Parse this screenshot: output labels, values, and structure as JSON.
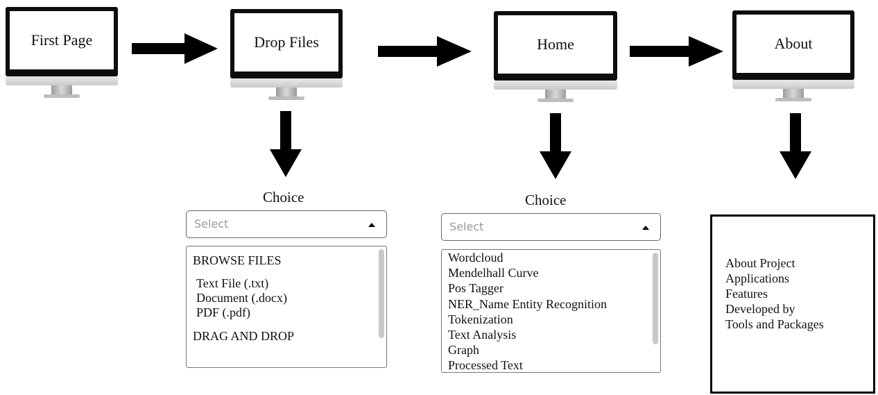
{
  "stages": [
    {
      "label": "First Page"
    },
    {
      "label": "Drop Files"
    },
    {
      "label": "Home"
    },
    {
      "label": "About"
    }
  ],
  "drop_files_choice": {
    "label": "Choice",
    "select_placeholder": "Select",
    "browse_heading": "BROWSE FILES",
    "file_types": [
      "Text File (.txt)",
      "Document (.docx)",
      "PDF (.pdf)"
    ],
    "drag_heading": "DRAG AND DROP"
  },
  "home_choice": {
    "label": "Choice",
    "select_placeholder": "Select",
    "options": [
      "Wordcloud",
      "Mendelhall Curve",
      "Pos Tagger",
      "NER_Name Entity Recognition",
      "Tokenization",
      "Text Analysis",
      "Graph",
      "Processed Text"
    ]
  },
  "about_box": {
    "items": [
      "About Project",
      "Applications",
      "Features",
      "Developed by",
      "Tools and Packages"
    ]
  }
}
